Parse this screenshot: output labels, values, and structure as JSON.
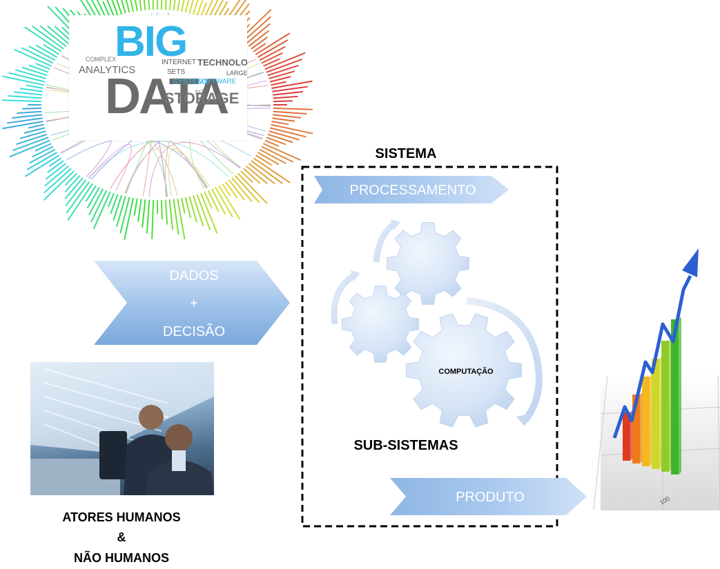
{
  "bigdata_image": {
    "headline_top": "BIG",
    "headline_bottom": "DATA",
    "words": [
      "ANALYTICS",
      "TECHNOLOGIES",
      "STORAGE",
      "INTERNET",
      "COMPLEX",
      "SYSTEMS",
      "SOFTWARE",
      "LARGE",
      "SETS",
      "SIZE"
    ]
  },
  "inputs_arrow": {
    "line1": "DADOS",
    "line2": "+",
    "line3": "DECISÃO"
  },
  "system": {
    "title": "SISTEMA",
    "processing_label": "PROCESSAMENTO",
    "gear_label": "COMPUTAÇÃO",
    "subsystems_label": "SUB-SISTEMAS",
    "output_label": "PRODUTO"
  },
  "actors": {
    "line1": "ATORES HUMANOS",
    "line2": "&",
    "line3": "NÃO HUMANOS"
  },
  "growth_chart_image": {
    "tick_label": "100"
  },
  "colors": {
    "arrow_light": "#cfe0f6",
    "arrow_dark": "#7aa8dc",
    "gear_fill": "#cfe0f6",
    "dashed_border": "#000000"
  }
}
